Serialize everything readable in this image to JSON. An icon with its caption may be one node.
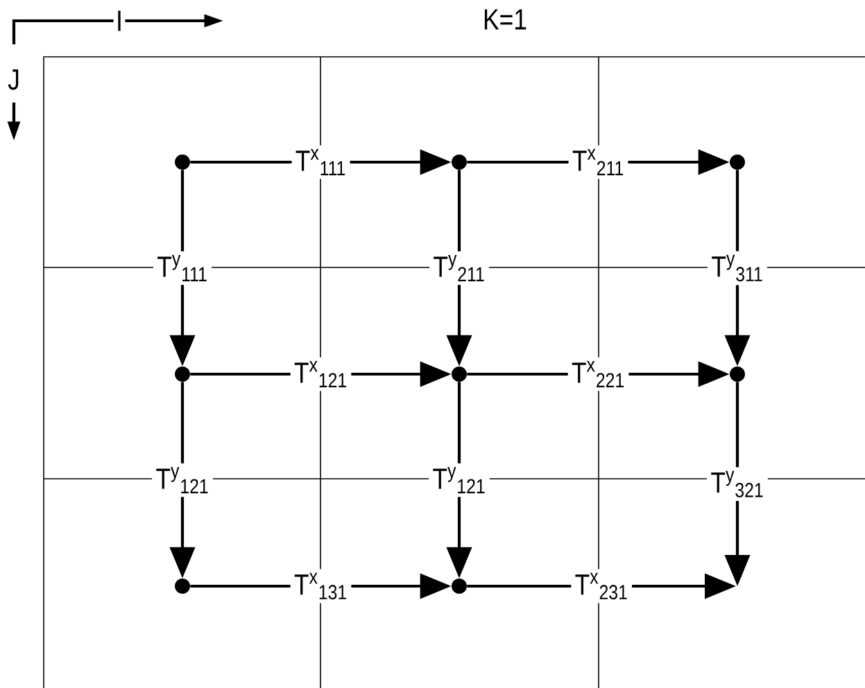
{
  "diagram": {
    "nodes": [
      {
        "text": [],
        "shape": "circle"
      },
      {
        "text": [],
        "shape": "circle"
      },
      {
        "text": [],
        "shape": "circle"
      },
      {
        "text": [],
        "shape": "circle"
      },
      {
        "text": [],
        "shape": "circle"
      },
      {
        "text": [],
        "shape": "circle"
      },
      {
        "text": [],
        "shape": "circle"
      },
      {
        "text": [],
        "shape": "circle"
      }
    ],
    "edges": [
      {
        "from": 0,
        "to": 1,
        "arrow": "to",
        "label": "T$^{x}$$_{111}$"
      },
      {
        "from": 1,
        "to": 2,
        "arrow": "to",
        "label": "T$^{x}$$_{211}$"
      },
      {
        "from": 0,
        "to": 3,
        "arrow": "to",
        "label": "T$^{y}$$_{111}$"
      },
      {
        "from": 1,
        "to": 4,
        "arrow": "to",
        "label": "T$^{y}$$_{211}$"
      },
      {
        "from": 2,
        "to": 5,
        "arrow": "to",
        "label": "T$^{y}$$_{311}$"
      },
      {
        "from": 3,
        "to": 4,
        "arrow": "to",
        "label": "T$^{x}$$_{121}$"
      },
      {
        "from": 4,
        "to": 5,
        "arrow": "to",
        "label": "T$^{x}$$_{221}$"
      },
      {
        "from": 3,
        "to": 6,
        "arrow": "to",
        "label": "T$^{y}$$_{121}$"
      },
      {
        "from": 4,
        "to": 7,
        "arrow": "to",
        "label": "T$^{y}$$_{121}$"
      },
      {
        "from": 5,
        "to": null,
        "arrow": "to",
        "label": "T$^{y}$$_{321}$"
      },
      {
        "from": 6,
        "to": 7,
        "arrow": "to",
        "label": "T$^{x}$$_{131}$"
      },
      {
        "from": 7,
        "to": null,
        "arrow": "to",
        "label": "T$^{x}$$_{231}$"
      }
    ],
    "labels": [
      "I",
      "K=1",
      "J"
    ]
  }
}
